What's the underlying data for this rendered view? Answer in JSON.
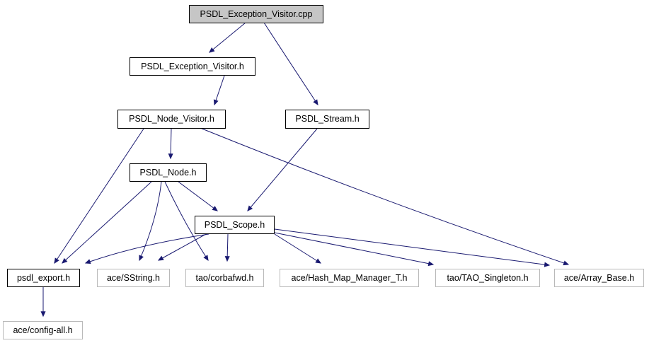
{
  "graph": {
    "title": "include dependency graph for PSDL_Exception_Visitor.cpp",
    "colors": {
      "edge": "#191970",
      "internal_border": "#000000",
      "external_border": "#b9b9b9",
      "root_fill": "#c6c6c6",
      "node_fill": "#ffffff",
      "text": "#000000"
    },
    "nodes": [
      {
        "id": "psdl-exception-visitor-cpp",
        "label": "PSDL_Exception_Visitor.cpp",
        "type": "root"
      },
      {
        "id": "psdl-exception-visitor-h",
        "label": "PSDL_Exception_Visitor.h",
        "type": "internal"
      },
      {
        "id": "psdl-node-visitor-h",
        "label": "PSDL_Node_Visitor.h",
        "type": "internal"
      },
      {
        "id": "psdl-stream-h",
        "label": "PSDL_Stream.h",
        "type": "internal"
      },
      {
        "id": "psdl-node-h",
        "label": "PSDL_Node.h",
        "type": "internal"
      },
      {
        "id": "psdl-scope-h",
        "label": "PSDL_Scope.h",
        "type": "internal"
      },
      {
        "id": "psdl-export-h",
        "label": "psdl_export.h",
        "type": "internal"
      },
      {
        "id": "ace-sstring-h",
        "label": "ace/SString.h",
        "type": "external"
      },
      {
        "id": "tao-corbafwd-h",
        "label": "tao/corbafwd.h",
        "type": "external"
      },
      {
        "id": "ace-hash-map-manager-t-h",
        "label": "ace/Hash_Map_Manager_T.h",
        "type": "external"
      },
      {
        "id": "tao-tao-singleton-h",
        "label": "tao/TAO_Singleton.h",
        "type": "external"
      },
      {
        "id": "ace-array-base-h",
        "label": "ace/Array_Base.h",
        "type": "external"
      },
      {
        "id": "ace-config-all-h",
        "label": "ace/config-all.h",
        "type": "external"
      }
    ],
    "edges": [
      {
        "from": "psdl-exception-visitor-cpp",
        "to": "psdl-exception-visitor-h"
      },
      {
        "from": "psdl-exception-visitor-cpp",
        "to": "psdl-stream-h"
      },
      {
        "from": "psdl-exception-visitor-h",
        "to": "psdl-node-visitor-h"
      },
      {
        "from": "psdl-node-visitor-h",
        "to": "psdl-node-h"
      },
      {
        "from": "psdl-node-visitor-h",
        "to": "psdl-export-h"
      },
      {
        "from": "psdl-node-visitor-h",
        "to": "ace-array-base-h"
      },
      {
        "from": "psdl-stream-h",
        "to": "psdl-scope-h"
      },
      {
        "from": "psdl-node-h",
        "to": "psdl-scope-h"
      },
      {
        "from": "psdl-node-h",
        "to": "psdl-export-h"
      },
      {
        "from": "psdl-node-h",
        "to": "ace-sstring-h"
      },
      {
        "from": "psdl-node-h",
        "to": "tao-corbafwd-h"
      },
      {
        "from": "psdl-scope-h",
        "to": "psdl-export-h"
      },
      {
        "from": "psdl-scope-h",
        "to": "ace-sstring-h"
      },
      {
        "from": "psdl-scope-h",
        "to": "tao-corbafwd-h"
      },
      {
        "from": "psdl-scope-h",
        "to": "ace-hash-map-manager-t-h"
      },
      {
        "from": "psdl-scope-h",
        "to": "tao-tao-singleton-h"
      },
      {
        "from": "psdl-scope-h",
        "to": "ace-array-base-h"
      },
      {
        "from": "psdl-export-h",
        "to": "ace-config-all-h"
      }
    ]
  }
}
